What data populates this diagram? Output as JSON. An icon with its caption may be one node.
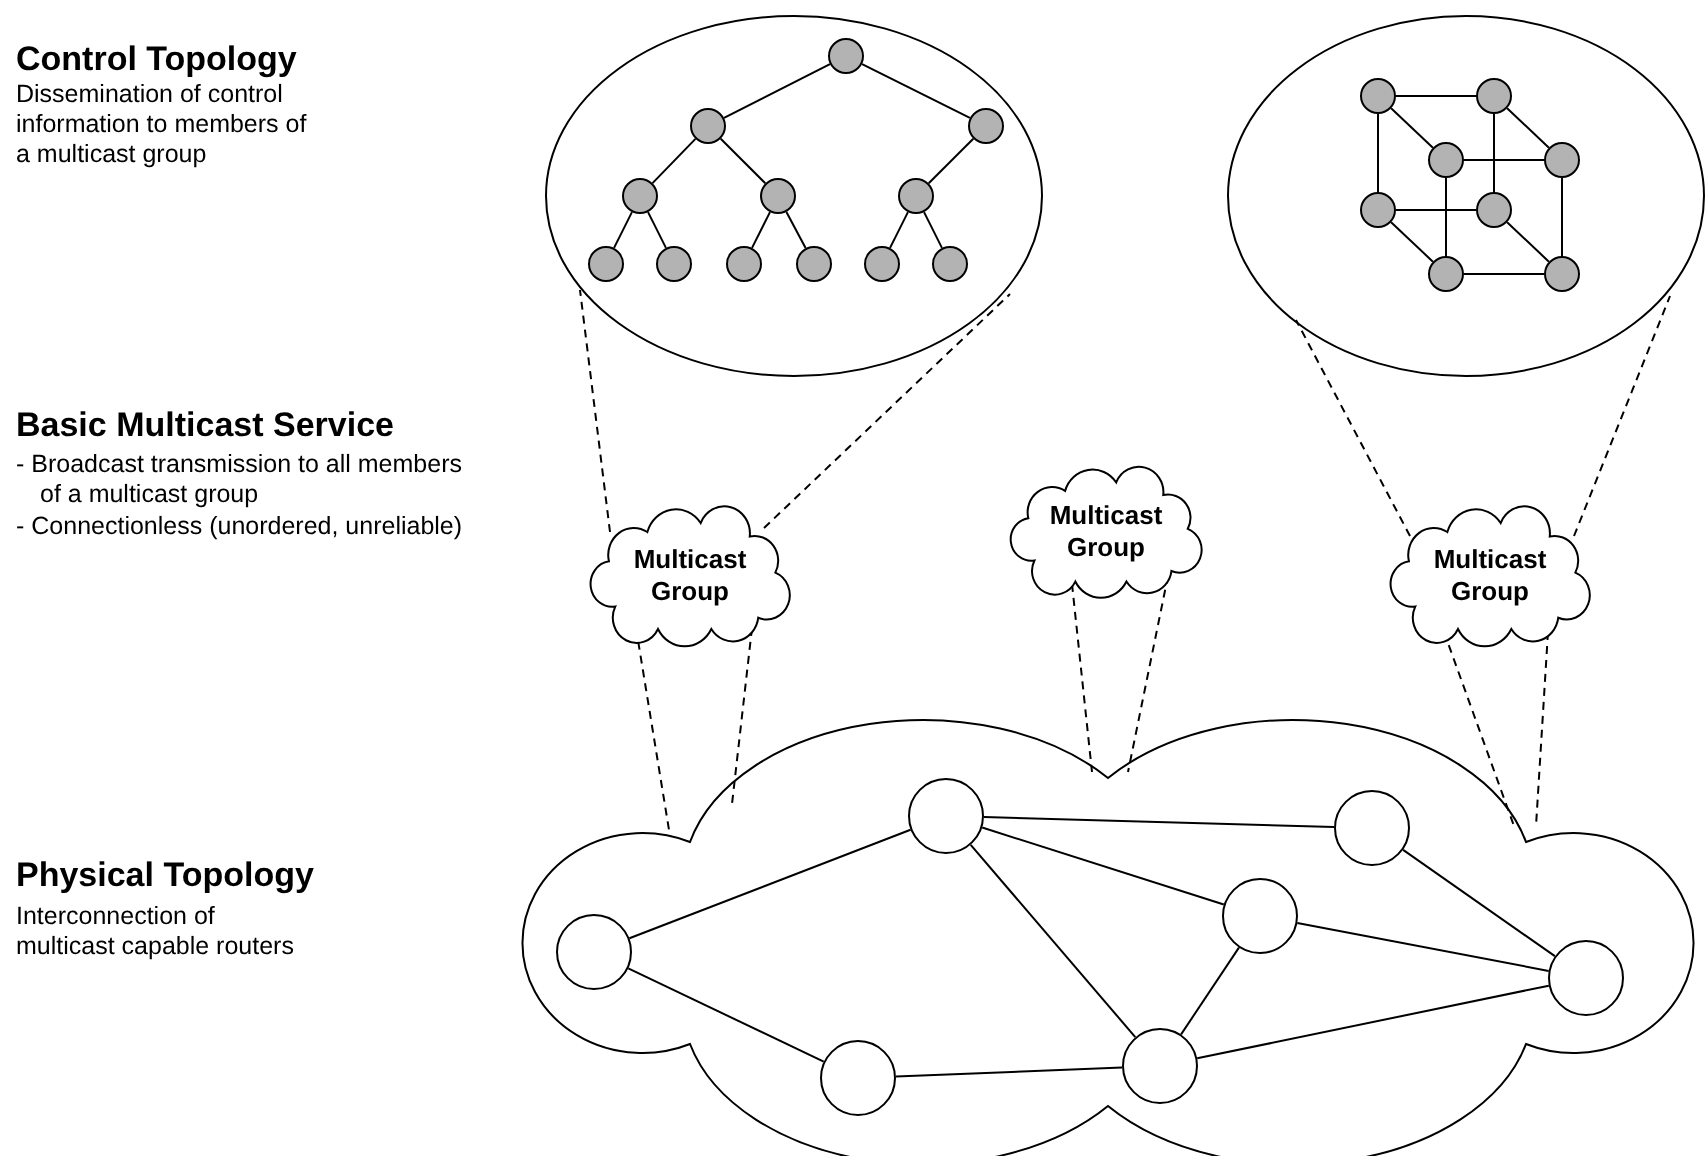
{
  "diagram": {
    "nodes": [
      {
        "text": [],
        "shape": "ellipse"
      },
      {
        "text": [],
        "shape": "circle",
        "in": 0
      },
      {
        "text": [],
        "shape": "circle",
        "in": 0
      },
      {
        "text": [],
        "shape": "circle",
        "in": 0
      },
      {
        "text": [],
        "shape": "circle",
        "in": 0
      },
      {
        "text": [],
        "shape": "circle",
        "in": 0
      },
      {
        "text": [],
        "shape": "circle",
        "in": 0
      },
      {
        "text": [],
        "shape": "circle",
        "in": 0
      },
      {
        "text": [],
        "shape": "circle",
        "in": 0
      },
      {
        "text": [],
        "shape": "circle",
        "in": 0
      },
      {
        "text": [],
        "shape": "circle",
        "in": 0
      },
      {
        "text": [],
        "shape": "circle",
        "in": 0
      },
      {
        "text": [],
        "shape": "circle",
        "in": 0
      },
      {
        "text": [],
        "shape": "ellipse"
      },
      {
        "text": [],
        "shape": "circle",
        "in": 13
      },
      {
        "text": [],
        "shape": "circle",
        "in": 13
      },
      {
        "text": [],
        "shape": "circle",
        "in": 13
      },
      {
        "text": [],
        "shape": "circle",
        "in": 13
      },
      {
        "text": [],
        "shape": "circle",
        "in": 13
      },
      {
        "text": [],
        "shape": "circle",
        "in": 13
      },
      {
        "text": [],
        "shape": "circle",
        "in": 13
      },
      {
        "text": [],
        "shape": "circle",
        "in": 13
      },
      {
        "text": [
          "Multicast Group"
        ]
      },
      {
        "text": [
          "Multicast Group"
        ]
      },
      {
        "text": [
          "Multicast Group"
        ]
      },
      {
        "text": [],
        "shape": "cloud"
      },
      {
        "text": [],
        "shape": "circle",
        "in": 25
      },
      {
        "text": [],
        "shape": "circle",
        "in": 25
      },
      {
        "text": [],
        "shape": "circle",
        "in": 25
      },
      {
        "text": [],
        "shape": "circle",
        "in": 25
      },
      {
        "text": [],
        "shape": "circle",
        "in": 25
      },
      {
        "text": [],
        "shape": "circle",
        "in": 25
      },
      {
        "text": [],
        "shape": "circle",
        "in": 25
      }
    ],
    "edges": [
      {
        "from": 1,
        "to": 2,
        "arrow": "none"
      },
      {
        "from": 1,
        "to": 3,
        "arrow": "none"
      },
      {
        "from": 2,
        "to": 4,
        "arrow": "none"
      },
      {
        "from": 2,
        "to": 5,
        "arrow": "none"
      },
      {
        "from": 3,
        "to": 6,
        "arrow": "none"
      },
      {
        "from": 4,
        "to": 7,
        "arrow": "none"
      },
      {
        "from": 4,
        "to": 8,
        "arrow": "none"
      },
      {
        "from": 5,
        "to": 9,
        "arrow": "none"
      },
      {
        "from": 5,
        "to": 10,
        "arrow": "none"
      },
      {
        "from": 6,
        "to": 11,
        "arrow": "none"
      },
      {
        "from": 6,
        "to": 12,
        "arrow": "none"
      },
      {
        "from": 14,
        "to": 15,
        "arrow": "none"
      },
      {
        "from": 15,
        "to": 17,
        "arrow": "none"
      },
      {
        "from": 17,
        "to": 16,
        "arrow": "none"
      },
      {
        "from": 16,
        "to": 14,
        "arrow": "none"
      },
      {
        "from": 18,
        "to": 19,
        "arrow": "none"
      },
      {
        "from": 19,
        "to": 21,
        "arrow": "none"
      },
      {
        "from": 21,
        "to": 20,
        "arrow": "none"
      },
      {
        "from": 20,
        "to": 18,
        "arrow": "none"
      },
      {
        "from": 14,
        "to": 18,
        "arrow": "none"
      },
      {
        "from": 15,
        "to": 19,
        "arrow": "none"
      },
      {
        "from": 16,
        "to": 20,
        "arrow": "none"
      },
      {
        "from": 17,
        "to": 21,
        "arrow": "none"
      },
      {
        "from": 26,
        "to": 27,
        "arrow": "none"
      },
      {
        "from": 26,
        "to": 31,
        "arrow": "none"
      },
      {
        "from": 27,
        "to": 28,
        "arrow": "none"
      },
      {
        "from": 27,
        "to": 29,
        "arrow": "none"
      },
      {
        "from": 27,
        "to": 32,
        "arrow": "none"
      },
      {
        "from": 31,
        "to": 32,
        "arrow": "none"
      },
      {
        "from": 32,
        "to": 29,
        "arrow": "none"
      },
      {
        "from": 29,
        "to": 30,
        "arrow": "none"
      },
      {
        "from": 28,
        "to": 30,
        "arrow": "none"
      },
      {
        "from": 32,
        "to": 30,
        "arrow": "none"
      },
      {
        "from": 22,
        "to": 0,
        "arrow": "none",
        "style": "dashed"
      },
      {
        "from": 22,
        "to": 0,
        "arrow": "none",
        "style": "dashed"
      },
      {
        "from": 22,
        "to": 25,
        "arrow": "none",
        "style": "dashed"
      },
      {
        "from": 22,
        "to": 25,
        "arrow": "none",
        "style": "dashed"
      },
      {
        "from": 23,
        "to": 25,
        "arrow": "none",
        "style": "dashed"
      },
      {
        "from": 23,
        "to": 25,
        "arrow": "none",
        "style": "dashed"
      },
      {
        "from": 24,
        "to": 13,
        "arrow": "none",
        "style": "dashed"
      },
      {
        "from": 24,
        "to": 13,
        "arrow": "none",
        "style": "dashed"
      },
      {
        "from": 24,
        "to": 25,
        "arrow": "none",
        "style": "dashed"
      },
      {
        "from": 24,
        "to": 25,
        "arrow": "none",
        "style": "dashed"
      }
    ],
    "labels": [
      "Control Topology",
      "Dissemination of control information to members of a multicast group",
      "Basic Multicast Service",
      "- Broadcast transmission to all members of a multicast group",
      "- Connectionless (unordered, unreliable)",
      "Physical Topology",
      "Interconnection of multicast capable routers"
    ]
  }
}
